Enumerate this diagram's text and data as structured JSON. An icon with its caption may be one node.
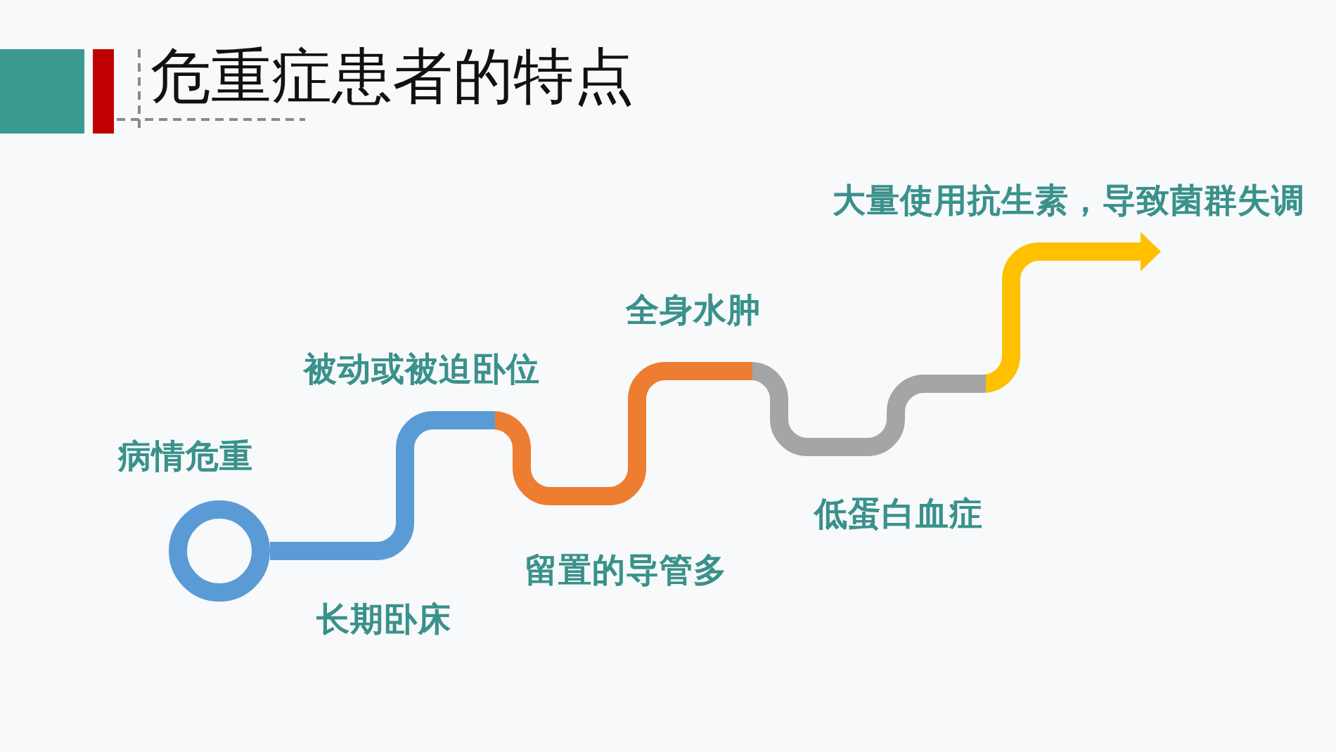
{
  "diagram": {
    "title": "危重症患者的特点",
    "labels": [
      "病情危重",
      "长期卧床",
      "被动或被迫卧位",
      "留置的导管多",
      "全身水肿",
      "低蛋白血症",
      "大量使用抗生素，导致菌群失调"
    ]
  }
}
